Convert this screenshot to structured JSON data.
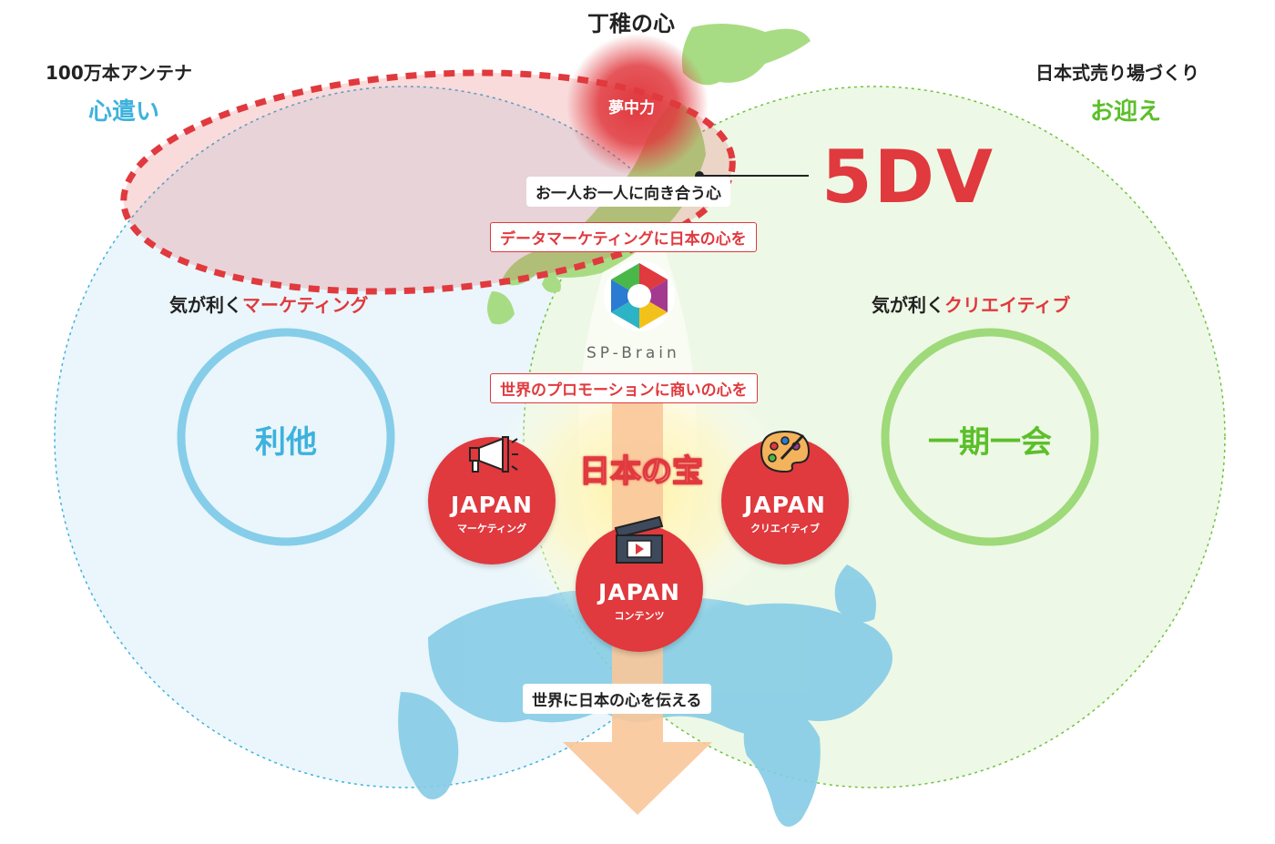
{
  "top_title": "丁稚の心",
  "left_header": {
    "line1": "100万本アンテナ",
    "line2": "心遣い"
  },
  "right_header": {
    "line1": "日本式売り場づくり",
    "line2": "お迎え"
  },
  "center_glow_label": "夢中力",
  "pill_top": "お一人お一人に向き合う心",
  "highlight": "5DV",
  "pill_data": "データマーケティングに日本の心を",
  "left_sub": {
    "prefix": "気が利く",
    "accent": "マーケティング"
  },
  "right_sub": {
    "prefix": "気が利く",
    "accent": "クリエイティブ"
  },
  "brand_name": "SP-Brain",
  "pill_promo": "世界のプロモーションに商いの心を",
  "left_ring": "利他",
  "right_ring": "一期一会",
  "treasure": "日本の宝",
  "badges": [
    {
      "big": "JAPAN",
      "small": "マーケティング",
      "icon": "megaphone-icon"
    },
    {
      "big": "JAPAN",
      "small": "クリエイティブ",
      "icon": "palette-icon"
    },
    {
      "big": "JAPAN",
      "small": "コンテンツ",
      "icon": "clapperboard-icon"
    }
  ],
  "pill_bottom": "世界に日本の心を伝える",
  "colors": {
    "red": "#e0393e",
    "blue": "#3db2dd",
    "green": "#5cbf2a",
    "arrow": "#f9c79a"
  }
}
